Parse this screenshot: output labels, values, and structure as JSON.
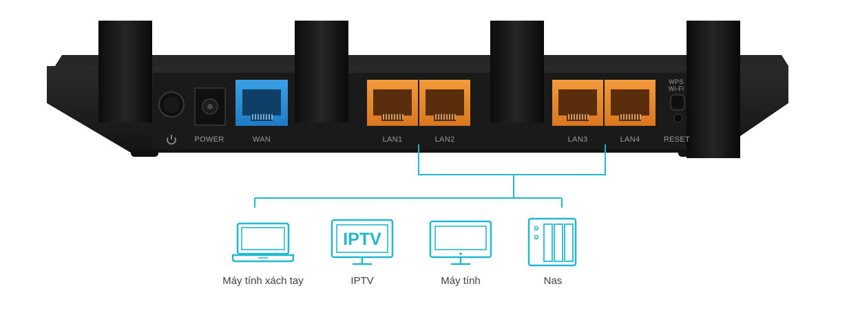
{
  "router": {
    "ports": {
      "power_label": "POWER",
      "wan_label": "WAN",
      "lan1_label": "LAN1",
      "lan2_label": "LAN2",
      "lan3_label": "LAN3",
      "lan4_label": "LAN4",
      "reset_label": "RESET",
      "wps_label": "WPS",
      "wifi_label": "Wi-Fi"
    },
    "colors": {
      "body": "#1e1e1e",
      "wan": "#2f8fd6",
      "lan": "#e88a2e",
      "connector": "#1fb8cf"
    }
  },
  "devices": [
    {
      "icon": "laptop-icon",
      "label": "Máy tính xách tay"
    },
    {
      "icon": "iptv-icon",
      "label": "IPTV",
      "screen_text": "IPTV"
    },
    {
      "icon": "monitor-icon",
      "label": "Máy tính"
    },
    {
      "icon": "nas-icon",
      "label": "Nas"
    }
  ]
}
